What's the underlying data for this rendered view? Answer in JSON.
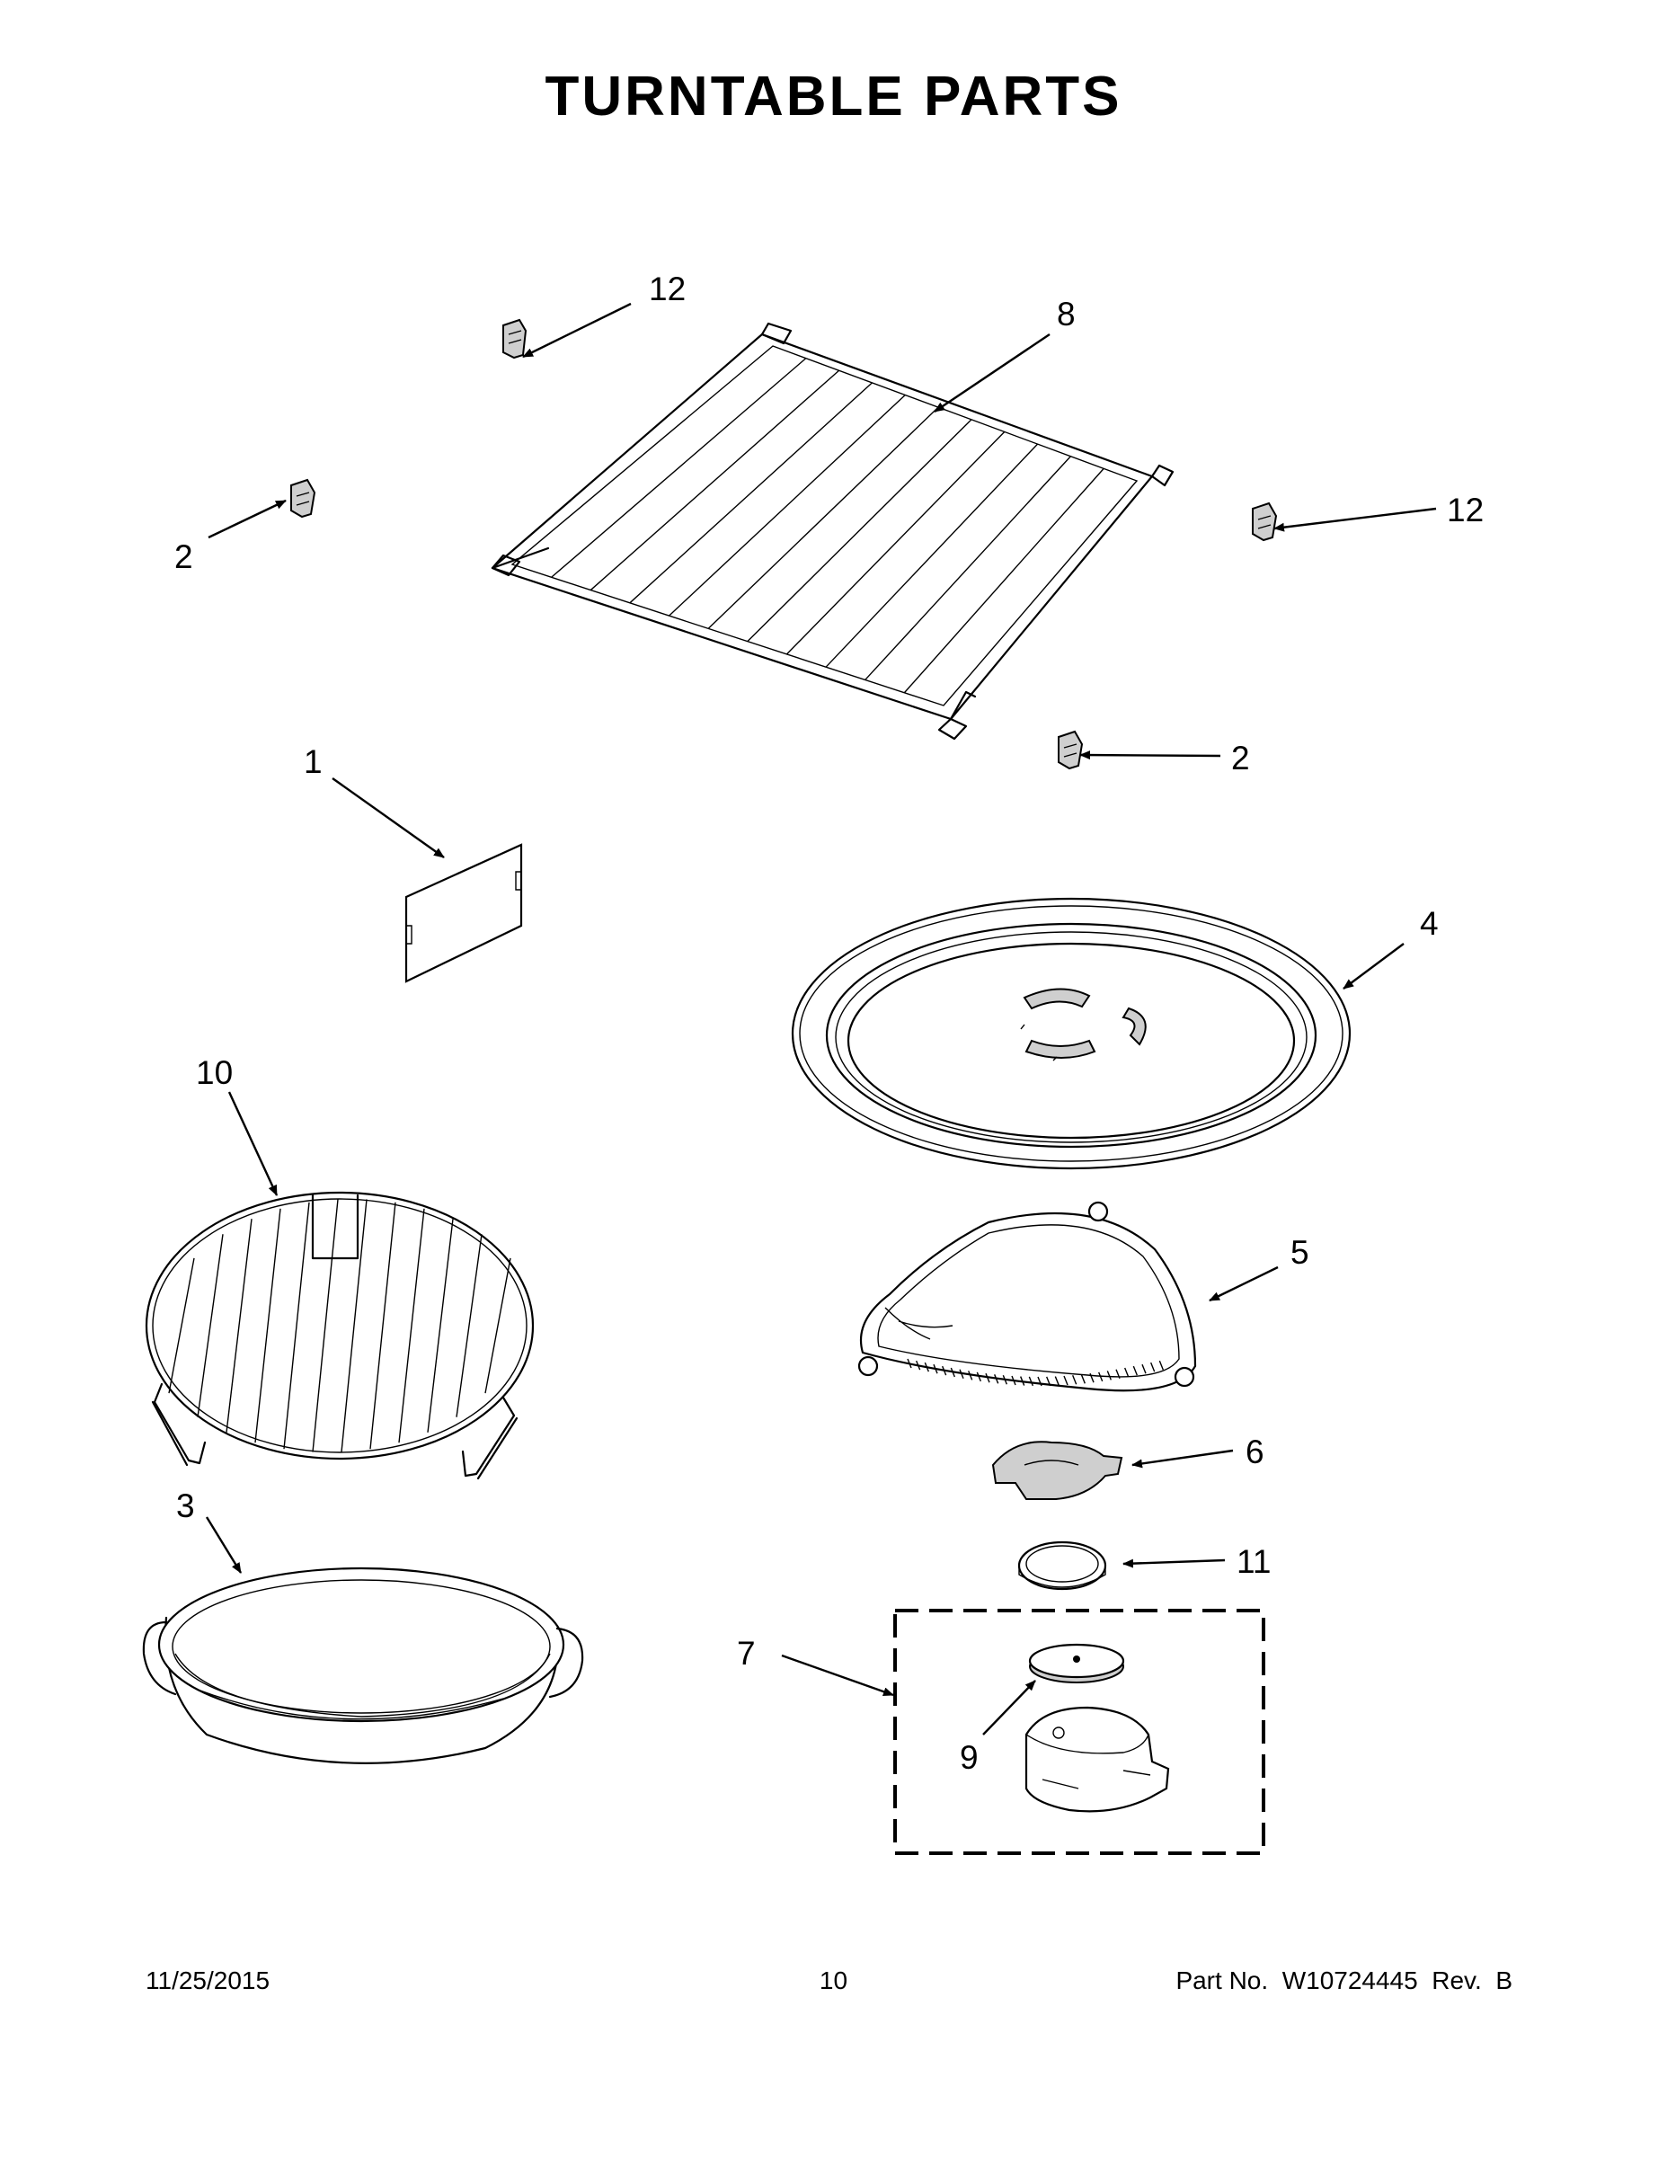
{
  "title": "TURNTABLE PARTS",
  "callouts": {
    "c12a": "12",
    "c8": "8",
    "c2a": "2",
    "c12b": "12",
    "c2b": "2",
    "c1": "1",
    "c4": "4",
    "c10": "10",
    "c5": "5",
    "c6": "6",
    "c3": "3",
    "c11": "11",
    "c7": "7",
    "c9": "9"
  },
  "footer": {
    "date": "11/25/2015",
    "page": "10",
    "part": "Part No.  W10724445  Rev.  B"
  }
}
